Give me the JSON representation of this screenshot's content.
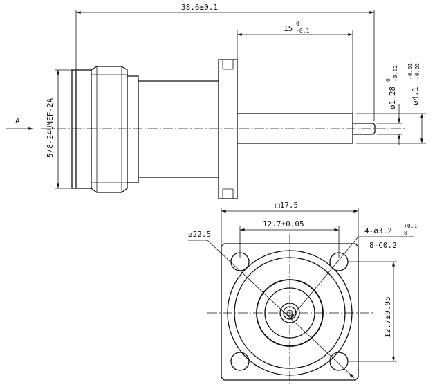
{
  "drawing": {
    "labels": {
      "overall_length": "38.6±0.1",
      "flange_length_main": "15",
      "flange_length_tol_upper": "0",
      "flange_length_tol_lower": "-0.1",
      "thread": "5/8-24UNEF-2A",
      "view_marker": "A",
      "pin_dia_main": "ø1.28",
      "pin_dia_tol_upper": "0",
      "pin_dia_tol_lower": "-0.02",
      "shaft_dia_main": "ø4.1",
      "shaft_dia_tol_upper": "-0.01",
      "shaft_dia_tol_lower": "-0.03",
      "flange_square": "□17.5",
      "hole_spacing_h": "12.7±0.05",
      "hole_spacing_v": "12.7±0.05",
      "outer_dia": "ø22.5",
      "holes_main": "4-ø3.2",
      "holes_tol_upper": "+0.1",
      "holes_tol_lower": "0",
      "chamfer": "8-C0.2"
    }
  }
}
